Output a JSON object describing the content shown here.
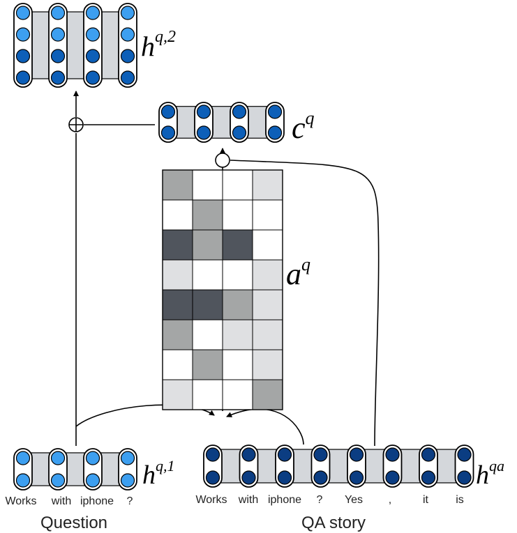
{
  "labels": {
    "h_q2": {
      "base": "h",
      "sup": "q,2"
    },
    "c_q": {
      "base": "c",
      "sup": "q"
    },
    "a_q": {
      "base": "a",
      "sup": "q"
    },
    "h_q1": {
      "base": "h",
      "sup": "q,1"
    },
    "h_qa": {
      "base": "h",
      "sup": "qa"
    }
  },
  "question_words": [
    "Works",
    "with",
    "iphone",
    "?"
  ],
  "story_words": [
    "Works",
    "with",
    "iphone",
    "?",
    "Yes",
    ",",
    "it",
    "is"
  ],
  "captions": {
    "question": "Question",
    "story": "QA story"
  },
  "colors": {
    "light_blue": "#3d9ff0",
    "mid_blue": "#0d5fb8",
    "dark_blue": "#0b3d82",
    "band_gray": "#d4d7db",
    "cell_white": "#ffffff",
    "cell_light": "#dfe0e2",
    "cell_mid": "#a4a6a6",
    "cell_dark": "#50555d"
  },
  "attention_matrix": [
    [
      2,
      0,
      0,
      1
    ],
    [
      0,
      2,
      0,
      0
    ],
    [
      3,
      2,
      3,
      0
    ],
    [
      1,
      0,
      0,
      1
    ],
    [
      3,
      3,
      2,
      1
    ],
    [
      2,
      0,
      1,
      1
    ],
    [
      0,
      2,
      0,
      1
    ],
    [
      1,
      0,
      0,
      2
    ]
  ],
  "vectors": {
    "h_q2": [
      "light_blue",
      "light_blue",
      "mid_blue",
      "mid_blue"
    ],
    "c_q": [
      "mid_blue",
      "mid_blue"
    ],
    "h_q1": [
      "light_blue",
      "light_blue"
    ],
    "h_qa": [
      "dark_blue",
      "dark_blue"
    ]
  }
}
